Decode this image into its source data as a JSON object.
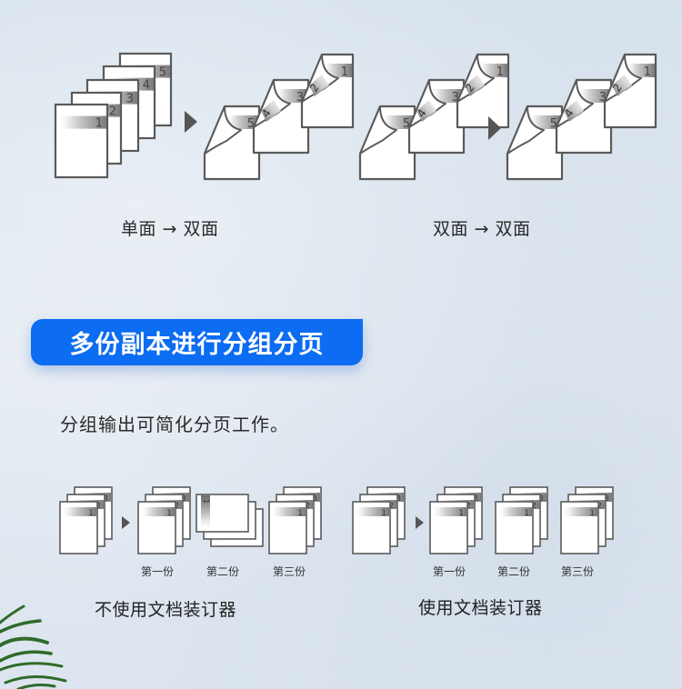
{
  "colors": {
    "banner_bg": "#0c6cf2",
    "sheet_border": "#5a5a5a",
    "sheet_fill": "#ffffff",
    "stripe_dark": "#7d7d7d",
    "arrow": "#555555",
    "plant_green": "#2f6b2a"
  },
  "duplex": {
    "left": {
      "label": "单面 → 双面",
      "source_pages": [
        "1",
        "2",
        "3",
        "4",
        "5"
      ],
      "result_sheets": [
        {
          "front": "1",
          "back": "2"
        },
        {
          "front": "3",
          "back": "4"
        },
        {
          "front": "5",
          "back": ""
        }
      ]
    },
    "right": {
      "label": "双面 → 双面",
      "source_sheets": [
        {
          "front": "1",
          "back": "2"
        },
        {
          "front": "3",
          "back": "4"
        },
        {
          "front": "5",
          "back": ""
        }
      ],
      "result_sheets": [
        {
          "front": "1",
          "back": "2"
        },
        {
          "front": "3",
          "back": "4"
        },
        {
          "front": "5",
          "back": ""
        }
      ]
    },
    "arrow_icon": "play-triangle-icon"
  },
  "section": {
    "banner_title": "多份副本进行分组分页",
    "subtitle": "分组输出可简化分页工作。"
  },
  "collation": {
    "without_stapler": {
      "caption": "不使用文档装订器",
      "source_pages": [
        "1",
        "2",
        "3"
      ],
      "copies": [
        {
          "label": "第一份",
          "orientation": "portrait"
        },
        {
          "label": "第二份",
          "orientation": "landscape"
        },
        {
          "label": "第三份",
          "orientation": "portrait"
        }
      ]
    },
    "with_stapler": {
      "caption": "使用文档装订器",
      "source_pages": [
        "1",
        "2",
        "3"
      ],
      "copies": [
        {
          "label": "第一份",
          "orientation": "portrait"
        },
        {
          "label": "第二份",
          "orientation": "portrait"
        },
        {
          "label": "第三份",
          "orientation": "portrait"
        }
      ]
    }
  }
}
